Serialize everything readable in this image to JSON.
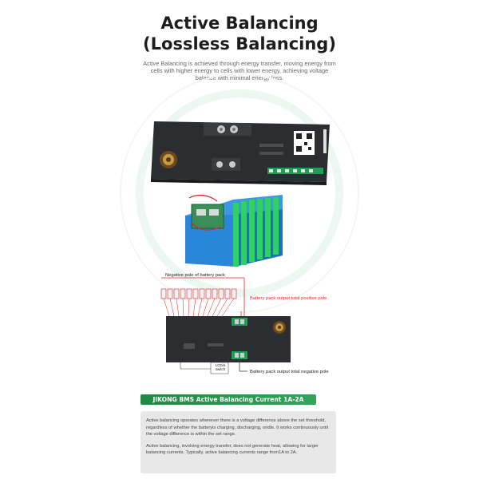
{
  "header": {
    "title_line1": "Active Balancing",
    "title_line2": "(Lossless Balancing)",
    "intro": "Active Balancing is achieved through energy transfer, moving energy from cells with higher energy to cells with lower energy, achieving voltage balance with minimal energy loss."
  },
  "diagram": {
    "neg_pole_label": "Negative pole of battery pack",
    "pos_output_label": "Battery pack output total positive pole",
    "neg_output_label": "Battery pack output total negative pole",
    "switch_label_line1": "LCD/a",
    "switch_label_line2": "switch"
  },
  "banner": {
    "text": "JIKONG BMS Active Balancing Current 1A-2A"
  },
  "info": {
    "paragraph1": "Active balancing operates whenever there is a voltage difference above the set threshold, regardless of whether the batteryis charging, discharging, oridle. It works continuously until the voltage difference is within the set range.",
    "paragraph2": "Active balancing, involving energy transfer, does not generate heat, allowing for larger balancing currents. Typically, active balancing currents range from1A to 2A."
  },
  "colors": {
    "accent_green": "#2fa55a",
    "label_red": "#e0262a",
    "board_dark": "#2b2d30",
    "cell_blue": "#2a86d8",
    "cell_green": "#2fd06a"
  }
}
